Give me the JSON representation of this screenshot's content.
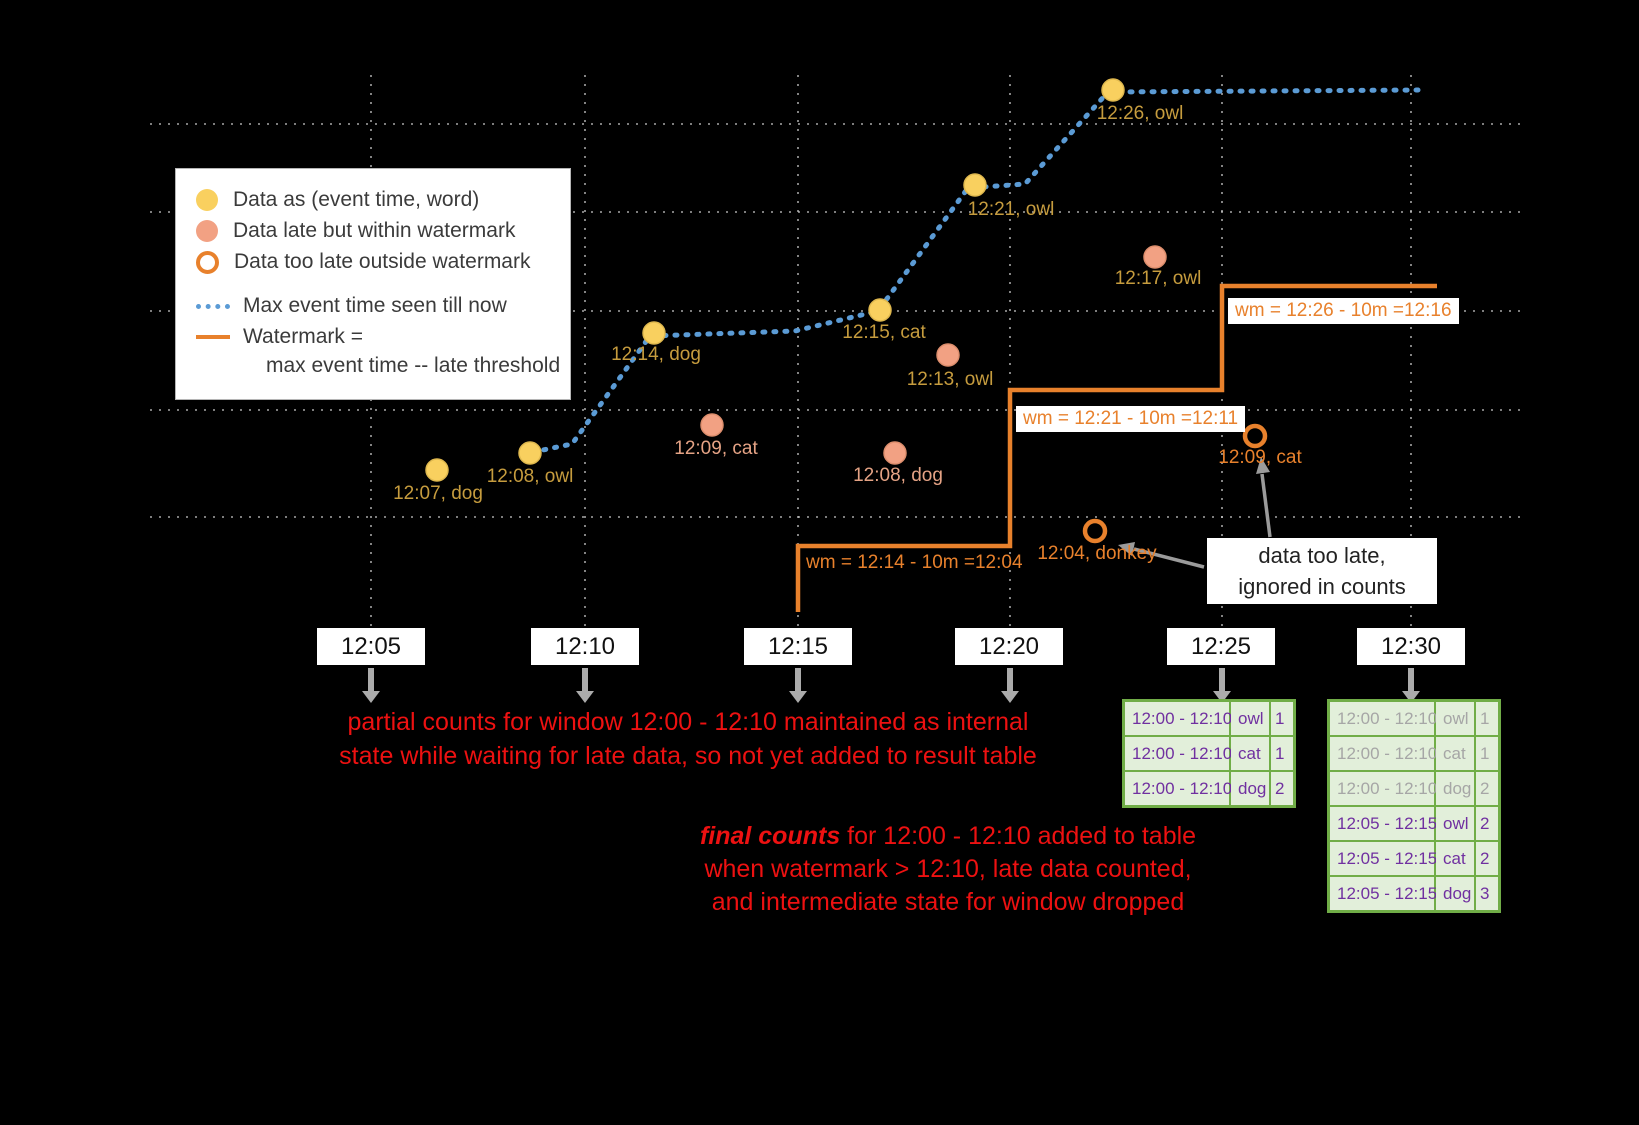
{
  "colors": {
    "background": "#000000",
    "grid": "#e0e0e0",
    "on_time_point": "#f9d05f",
    "late_point": "#f2a183",
    "too_late_point": "#e8812c",
    "max_event_line": "#5b9bd5",
    "watermark_line": "#e8812c",
    "note_red": "#ed1111",
    "table_text": "#7030a0",
    "table_border": "#70ad47",
    "table_bg": "#e2efda"
  },
  "legend": {
    "on_time_label": "Data as (event time, word)",
    "late_label": "Data late but within watermark",
    "too_late_label": "Data too late outside watermark",
    "max_event_label": "Max event time seen till now",
    "watermark_label_line1": "Watermark =",
    "watermark_label_line2": "max event time -- late threshold"
  },
  "points": {
    "on_time": [
      {
        "label": "12:07, dog"
      },
      {
        "label": "12:08, owl"
      },
      {
        "label": "12:14, dog"
      },
      {
        "label": "12:15, cat"
      },
      {
        "label": "12:21, owl"
      },
      {
        "label": "12:26, owl"
      }
    ],
    "late": [
      {
        "label": "12:09, cat"
      },
      {
        "label": "12:08, dog"
      },
      {
        "label": "12:13, owl"
      },
      {
        "label": "12:17, owl"
      }
    ],
    "too_late": [
      {
        "label": "12:04, donkey"
      },
      {
        "label": "12:09, cat"
      }
    ]
  },
  "watermark_labels": [
    {
      "text": "wm = 12:14 - 10m =12:04"
    },
    {
      "text": "wm = 12:21 - 10m =12:11"
    },
    {
      "text": "wm = 12:26 - 10m =12:16"
    }
  ],
  "x_axis": {
    "ticks": [
      {
        "label": "12:05"
      },
      {
        "label": "12:10"
      },
      {
        "label": "12:15"
      },
      {
        "label": "12:20"
      },
      {
        "label": "12:25"
      },
      {
        "label": "12:30"
      }
    ]
  },
  "annotations": {
    "too_late_note_line1": "data too late,",
    "too_late_note_line2": "ignored in counts",
    "partial_note_line1": "partial counts for window 12:00 - 12:10 maintained as internal",
    "partial_note_line2": "state while waiting for late data, so not yet added  to result table",
    "final_note_emphasis": "final counts",
    "final_note_line1_rest": " for 12:00 - 12:10 added to table",
    "final_note_line2": "when watermark > 12:10, late data counted,",
    "final_note_line3": "and intermediate state for window dropped"
  },
  "result_tables": {
    "at_12_25": {
      "rows": [
        {
          "window": "12:00 - 12:10",
          "word": "owl",
          "count": "1"
        },
        {
          "window": "12:00 - 12:10",
          "word": "cat",
          "count": "1"
        },
        {
          "window": "12:00 - 12:10",
          "word": "dog",
          "count": "2"
        }
      ]
    },
    "at_12_30": {
      "faded_rows": [
        {
          "window": "12:00 - 12:10",
          "word": "owl",
          "count": "1"
        },
        {
          "window": "12:00 - 12:10",
          "word": "cat",
          "count": "1"
        },
        {
          "window": "12:00 - 12:10",
          "word": "dog",
          "count": "2"
        }
      ],
      "rows": [
        {
          "window": "12:05 - 12:15",
          "word": "owl",
          "count": "2"
        },
        {
          "window": "12:05 - 12:15",
          "word": "cat",
          "count": "2"
        },
        {
          "window": "12:05 - 12:15",
          "word": "dog",
          "count": "3"
        }
      ]
    }
  }
}
